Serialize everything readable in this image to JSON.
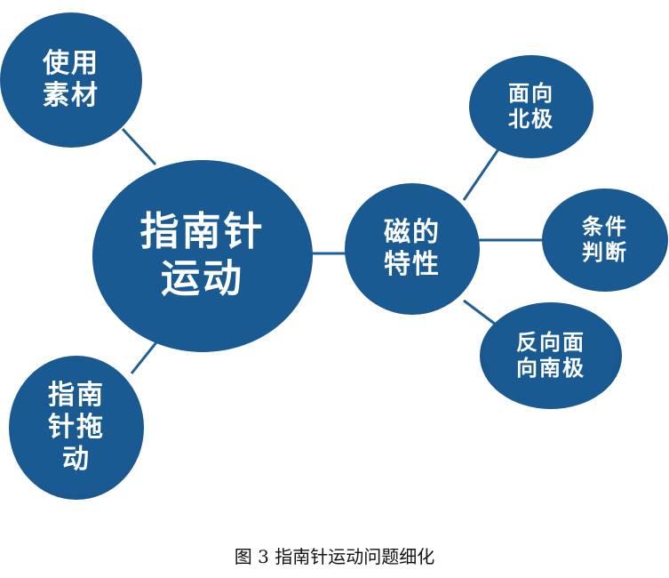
{
  "colors": {
    "node_fill": "#1a5a92",
    "node_fill_dark": "#0f4677",
    "connector": "#1f5f96",
    "label_text": "#ffffff",
    "caption_text": "#111111"
  },
  "diagram": {
    "center": {
      "label": "指南针\n运动"
    },
    "materials": {
      "label": "使用\n素材"
    },
    "drag": {
      "label": "指南\n针拖\n动"
    },
    "magnetic": {
      "label": "磁的\n特性"
    },
    "face_north": {
      "label": "面向\n北极"
    },
    "condition": {
      "label": "条件\n判断"
    },
    "face_south": {
      "label": "反向面\n向南极"
    }
  },
  "caption": "图 3  指南针运动问题细化"
}
